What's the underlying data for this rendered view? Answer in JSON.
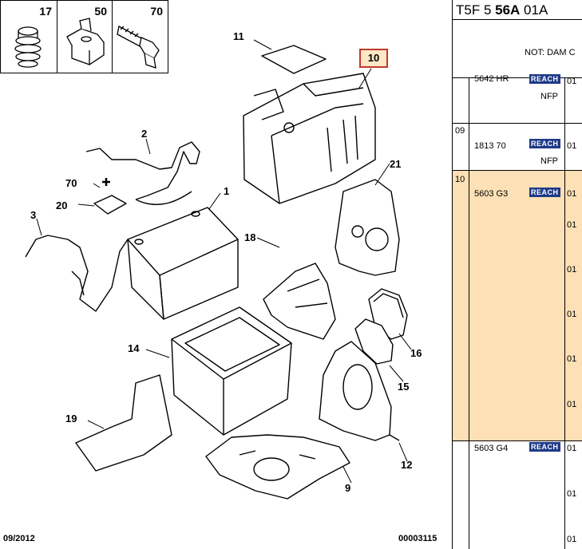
{
  "thumbnails": [
    {
      "num": "17"
    },
    {
      "num": "50"
    },
    {
      "num": "70"
    }
  ],
  "callouts": {
    "c1": "1",
    "c2": "2",
    "c3": "3",
    "c9": "9",
    "c10": "10",
    "c11": "11",
    "c12": "12",
    "c14": "14",
    "c15": "15",
    "c16": "16",
    "c18": "18",
    "c19": "19",
    "c20": "20",
    "c21": "21",
    "c70": "70"
  },
  "footer": {
    "date": "09/2012",
    "code": "00003115"
  },
  "table": {
    "header_prefix": "T5F 5 ",
    "header_bold": "56A",
    "header_suffix": " 01A",
    "note": "NOT: DAM C",
    "rows": [
      {
        "idx": "",
        "ref": "5642 HR",
        "reach": "REACH",
        "qty": "01",
        "extra": "NFP"
      },
      {
        "idx": "09",
        "ref": "1813 70",
        "reach": "REACH",
        "qty": "01",
        "extra": "NFP"
      },
      {
        "idx": "10",
        "ref": "5603 G3",
        "reach": "REACH",
        "qty": "01",
        "extra": ""
      },
      {
        "idx": "",
        "ref": "5603 G4",
        "reach": "REACH",
        "qty": "01",
        "extra": ""
      }
    ],
    "qty_col": [
      "01",
      "01",
      "01",
      "01",
      "01",
      "01",
      "01"
    ]
  }
}
